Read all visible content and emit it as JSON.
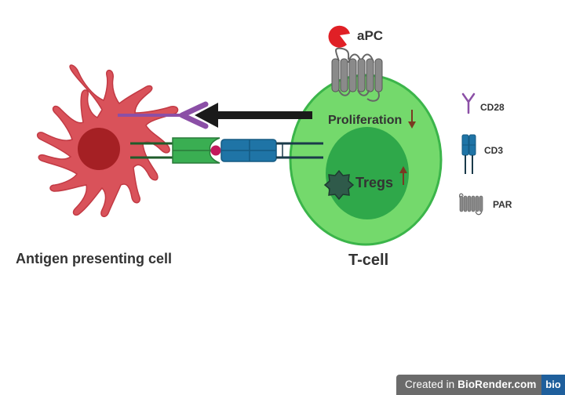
{
  "labels": {
    "apc": "aPC",
    "proliferation": "Proliferation",
    "tregs": "Tregs",
    "tcell": "T-cell",
    "antigen_presenting_cell": "Antigen presenting cell"
  },
  "legend": [
    {
      "label": "CD28",
      "icon": "cd28-receptor-icon"
    },
    {
      "label": "CD3",
      "icon": "cd3-receptor-icon"
    },
    {
      "label": "PAR",
      "icon": "par-receptor-icon"
    }
  ],
  "footer": {
    "prefix": "Created in ",
    "brand": "BioRender.com",
    "logo": "bio"
  },
  "colors": {
    "apc_cell": "#d9525a",
    "apc_nucleus": "#a52024",
    "tcell_body": "#74d96c",
    "tcell_nucleus": "#2fa84a",
    "cd3_blue": "#1f74a6",
    "mhc_green": "#3aae52",
    "cd28_purple": "#8b4fa6",
    "arrow_black": "#1a1a1a",
    "arrow_brown": "#7a3a22",
    "par_gray": "#8a8a8a",
    "apc_protein_red": "#e02026"
  }
}
